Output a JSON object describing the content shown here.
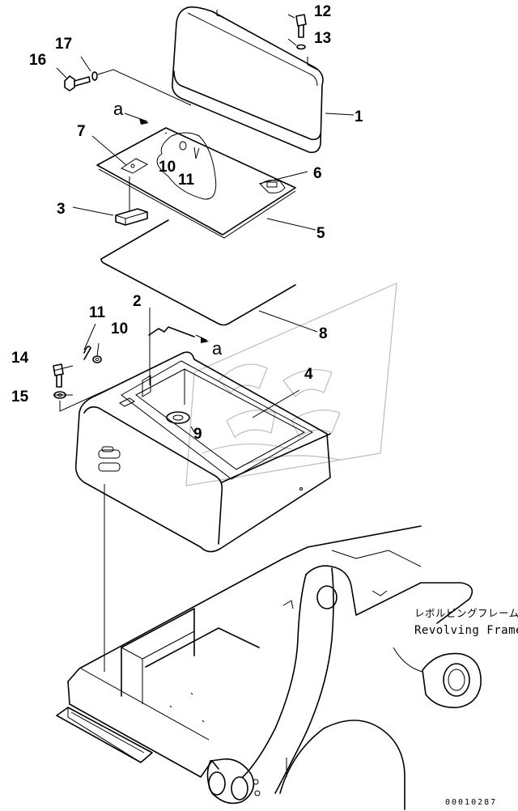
{
  "callouts": [
    {
      "id": "c1",
      "label": "1"
    },
    {
      "id": "c2",
      "label": "2"
    },
    {
      "id": "c3",
      "label": "3"
    },
    {
      "id": "c4",
      "label": "4"
    },
    {
      "id": "c5",
      "label": "5"
    },
    {
      "id": "c6",
      "label": "6"
    },
    {
      "id": "c7",
      "label": "7"
    },
    {
      "id": "c8",
      "label": "8"
    },
    {
      "id": "c9",
      "label": "9"
    },
    {
      "id": "c10a",
      "label": "10"
    },
    {
      "id": "c10b",
      "label": "10"
    },
    {
      "id": "c11a",
      "label": "11"
    },
    {
      "id": "c11b",
      "label": "11"
    },
    {
      "id": "c12",
      "label": "12"
    },
    {
      "id": "c13",
      "label": "13"
    },
    {
      "id": "c14",
      "label": "14"
    },
    {
      "id": "c15",
      "label": "15"
    },
    {
      "id": "c16",
      "label": "16"
    },
    {
      "id": "c17",
      "label": "17"
    }
  ],
  "reference_marks": {
    "upper": "a",
    "lower": "a"
  },
  "frame_label": {
    "japanese": "レボルビングフレーム",
    "english": "Revolving Frame"
  },
  "drawing_code": "00010287"
}
